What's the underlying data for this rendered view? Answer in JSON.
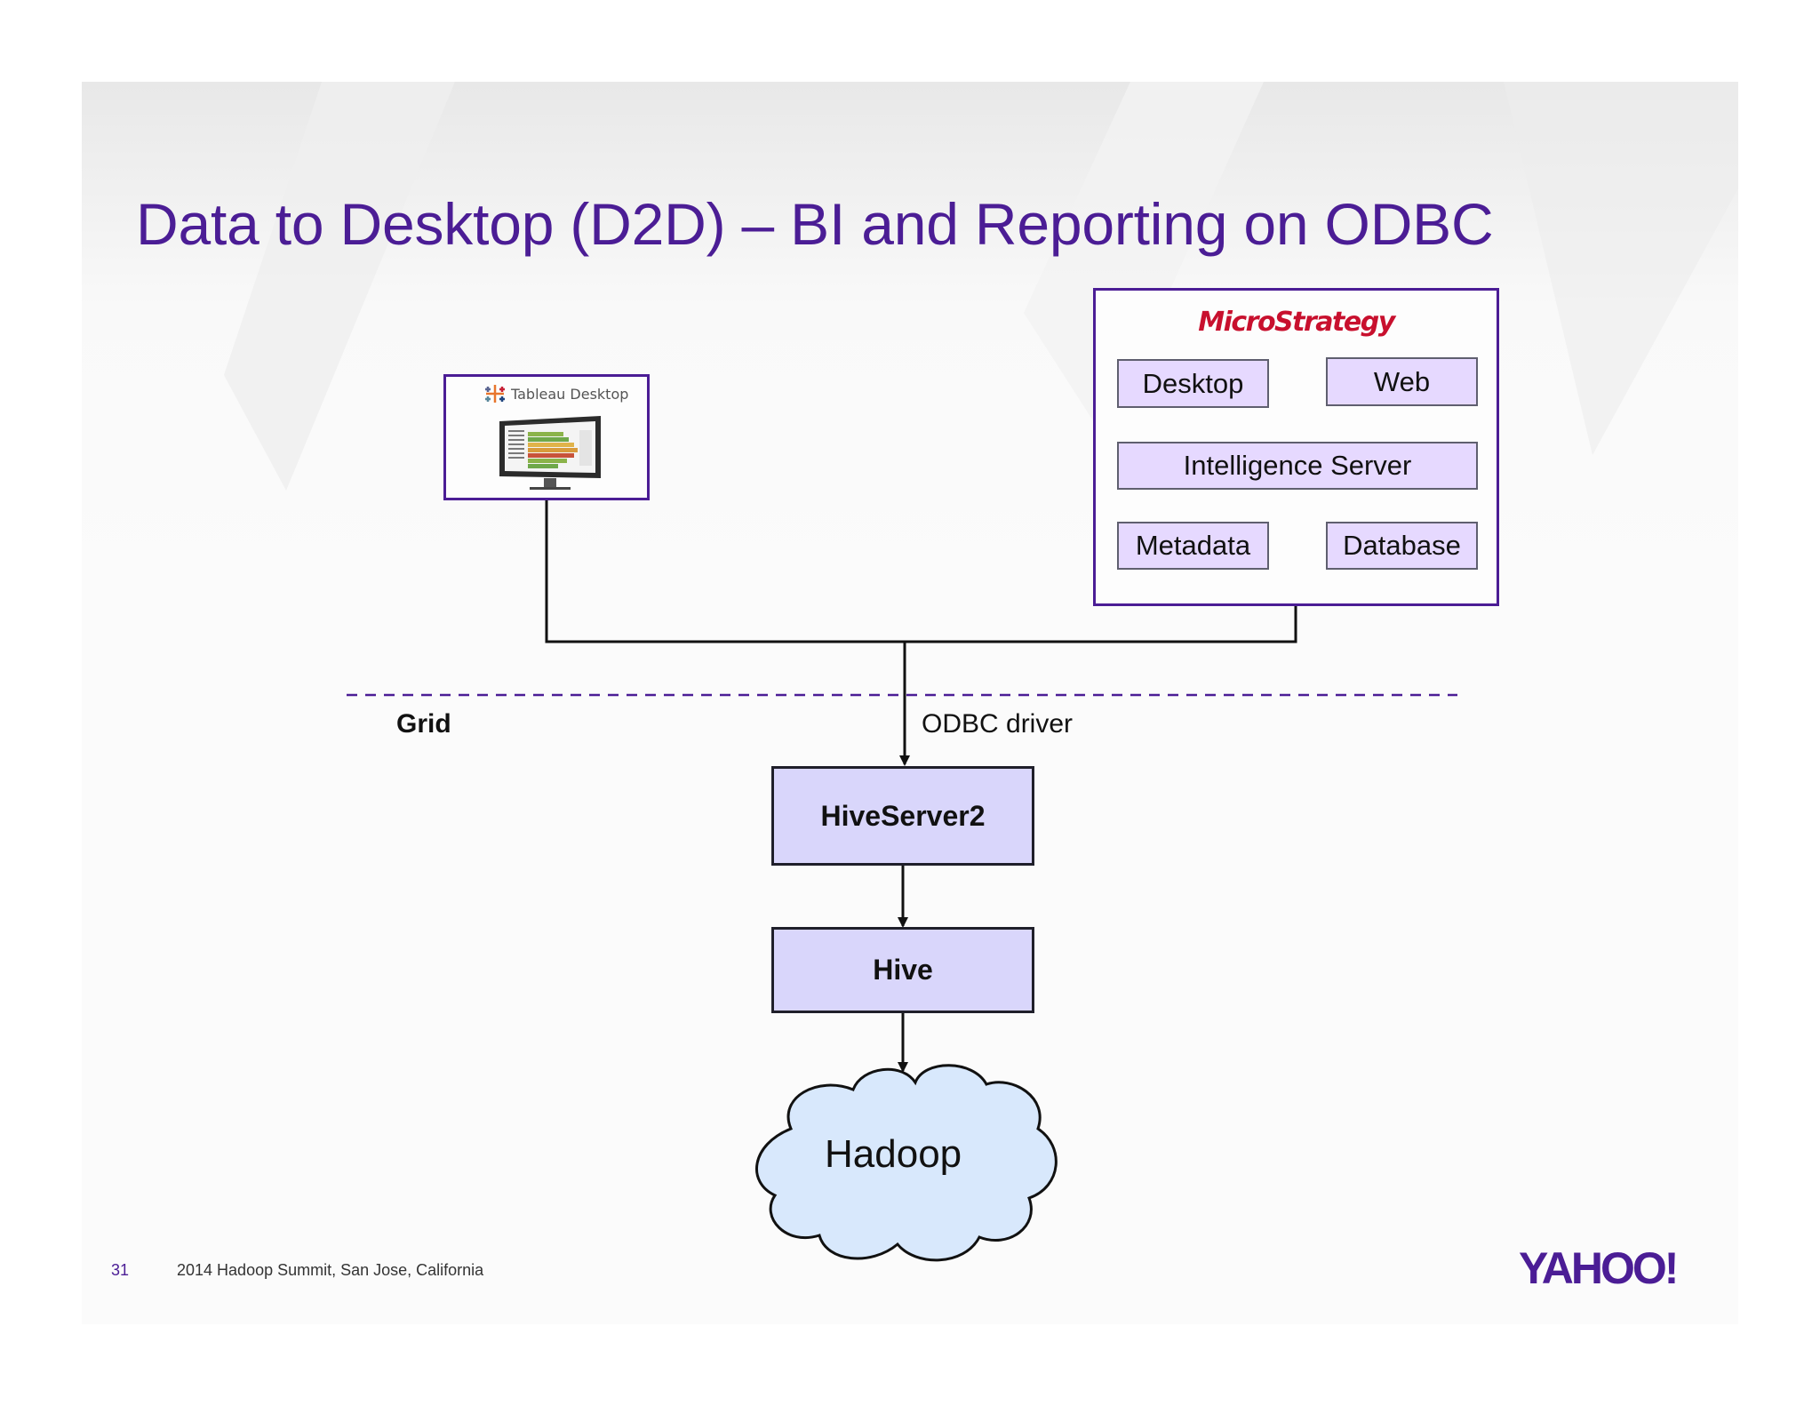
{
  "slide": {
    "title": "Data to Desktop (D2D) – BI and Reporting on ODBC",
    "page_number": "31",
    "footer_text": "2014 Hadoop Summit, San Jose, California",
    "brand_logo": "YAHOO!"
  },
  "tableau": {
    "label": "Tableau Desktop"
  },
  "microstrategy": {
    "logo_text": "MicroStrategy",
    "desktop": "Desktop",
    "web": "Web",
    "intelligence_server": "Intelligence Server",
    "metadata": "Metadata",
    "database": "Database"
  },
  "grid": {
    "label": "Grid",
    "odbc_label": "ODBC driver"
  },
  "hive_stack": {
    "hiveserver2": "HiveServer2",
    "hive": "Hive",
    "hadoop": "Hadoop"
  },
  "colors": {
    "title": "#4b1d95",
    "box_fill": "#d9d6fb",
    "ms_box_fill": "#e6d9ff",
    "cloud_fill": "#d8e8fc",
    "microstrategy_red": "#c8102e"
  }
}
